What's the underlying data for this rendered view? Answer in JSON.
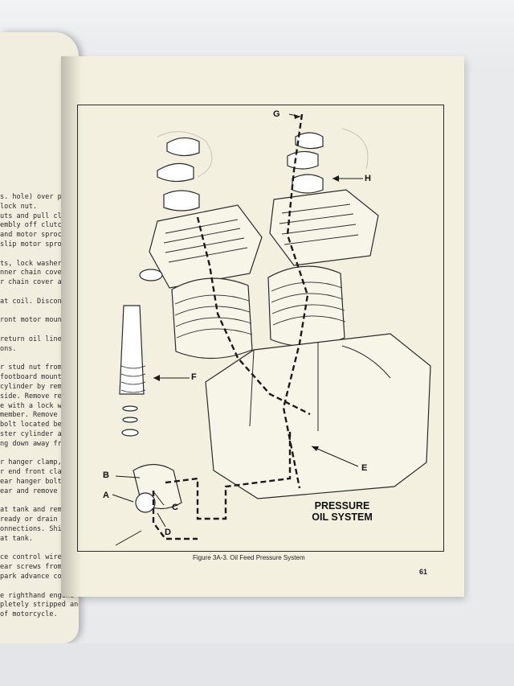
{
  "left_page": {
    "lines": [
      "s. hole) over push rod",
      "lock nut.",
      "uts and pull clutch",
      "embly off clutch drive",
      "and motor sprocket",
      "slip motor sprocket",
      "",
      "ts, lock washers and",
      "nner chain cover and",
      "r chain cover at",
      "",
      "at coil. Disconnect",
      "",
      "ront motor mounting",
      "",
      "return oil lines from",
      "ons.",
      "",
      "r stud nut from inside",
      "footboard mounting",
      "cylinder by removing",
      "side. Remove rear",
      "e with a lock washer",
      "member. Remove",
      "bolt located behind",
      "ster cylinder and sidecar",
      "ng down away from",
      "",
      "r hanger clamp,",
      "r end front clamp.",
      "ear hanger bolt and",
      "ear and remove front",
      "",
      "at tank and remove",
      "ready or drain oil tank",
      "onnections. Shift line",
      "at tank.",
      "",
      "ce control wire at",
      "ear screws from horn",
      "park advance control",
      "",
      "e righthand engine mount",
      "pletely stripped and",
      "of motorcycle."
    ]
  },
  "diagram": {
    "callouts": {
      "a": "A",
      "b": "B",
      "c": "C",
      "d": "D",
      "e": "E",
      "f": "F",
      "g": "G",
      "h": "H"
    },
    "title_line1": "PRESSURE",
    "title_line2": "OIL SYSTEM"
  },
  "caption": "Figure 3A-3. Oil Feed Pressure System",
  "page_number": "61"
}
